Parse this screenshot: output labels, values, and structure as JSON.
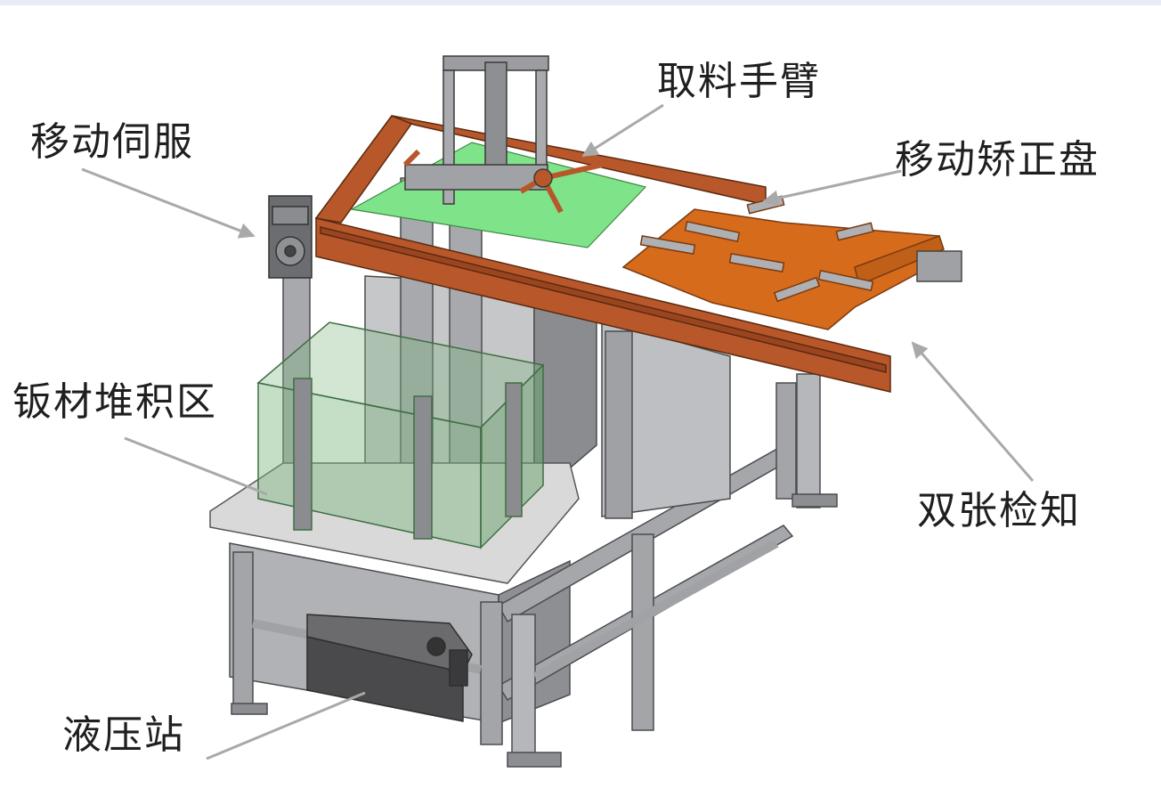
{
  "labels": {
    "servo": "移动伺服",
    "arm": "取料手臂",
    "tray": "移动矫正盘",
    "stack": "钣材堆积区",
    "double": "双张检知",
    "hydraulic": "液压站"
  },
  "colors": {
    "frame": "#9c9ea1",
    "frame_dark": "#5f6164",
    "rail": "#b8572a",
    "tray": "#d76b1c",
    "green_sheet": "#7fe38a",
    "green_box": "#7fb882",
    "plate": "#d9d9d9",
    "leader": "#a9a9a9",
    "text": "#1f1f1f"
  }
}
